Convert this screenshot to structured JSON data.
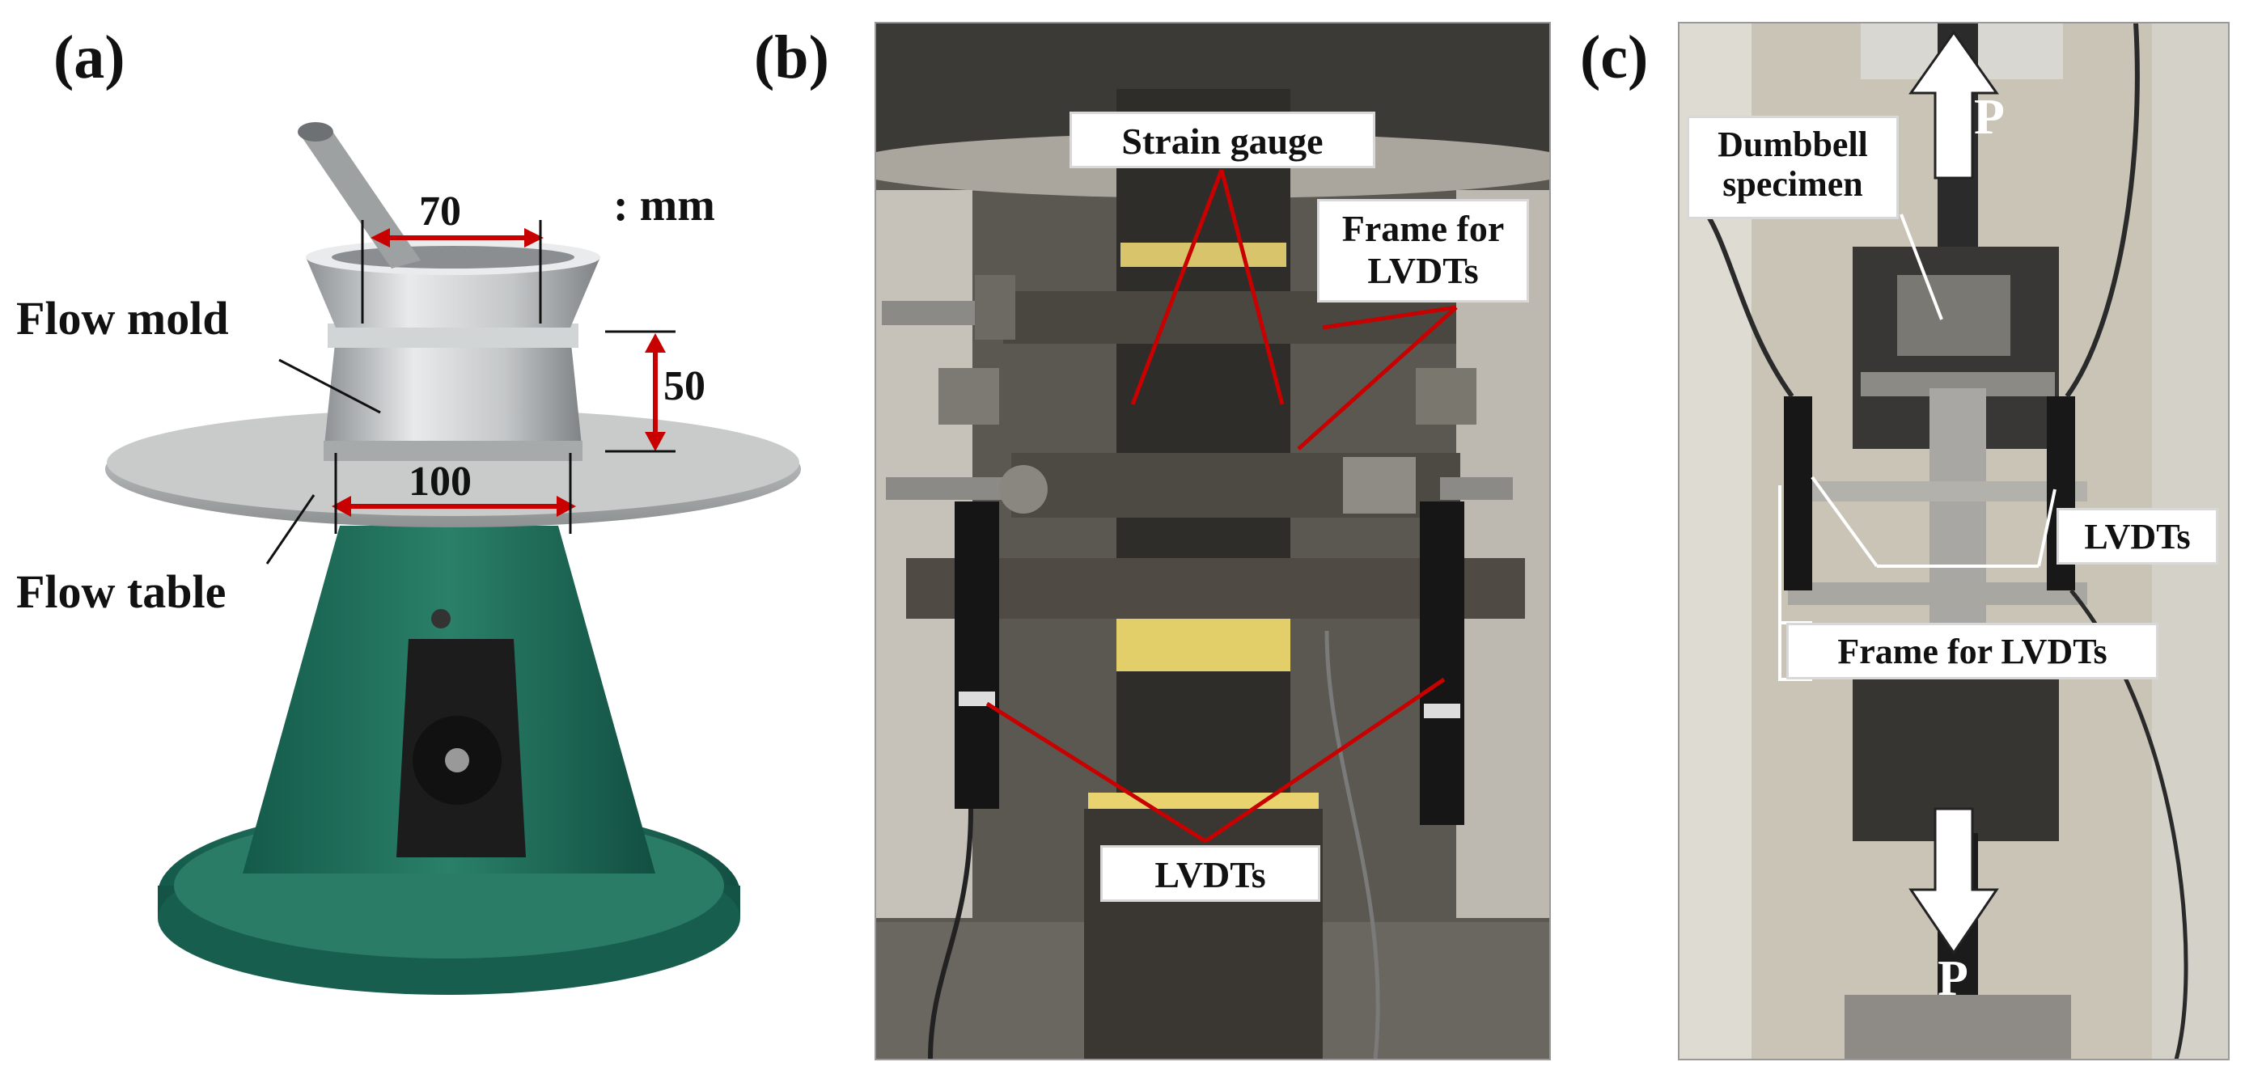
{
  "panels": {
    "a": {
      "letter": "(a)",
      "unit_note": ": mm",
      "dim_top": "70",
      "dim_height": "50",
      "dim_bottom": "100",
      "flow_mold": "Flow mold",
      "flow_table": "Flow table"
    },
    "b": {
      "letter": "(b)",
      "strain_gauge": "Strain gauge",
      "frame_line1": "Frame for",
      "frame_line2": "LVDTs",
      "lvdts": "LVDTs"
    },
    "c": {
      "letter": "(c)",
      "load_top": "P",
      "load_bottom": "P",
      "specimen_line1": "Dumbbell",
      "specimen_line2": "specimen",
      "lvdts": "LVDTs",
      "frame": "Frame for LVDTs"
    }
  },
  "colors": {
    "annotation_red": "#c80000",
    "table_green": "#1f6b5a",
    "steel": "#b9bcbd"
  }
}
